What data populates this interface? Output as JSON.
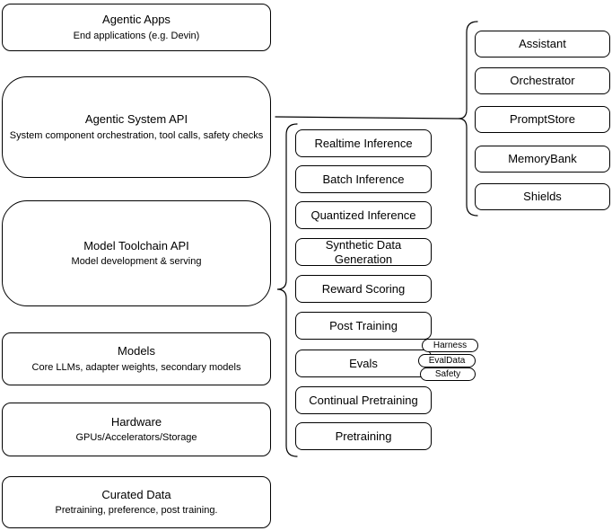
{
  "left_stack": [
    {
      "title": "Agentic Apps",
      "subtitle": "End applications (e.g. Devin)"
    },
    {
      "title": "Agentic System API",
      "subtitle": "System component orchestration, tool calls, safety checks"
    },
    {
      "title": "Model Toolchain API",
      "subtitle": "Model development & serving"
    },
    {
      "title": "Models",
      "subtitle": "Core LLMs, adapter weights, secondary models"
    },
    {
      "title": "Hardware",
      "subtitle": "GPUs/Accelerators/Storage"
    },
    {
      "title": "Curated Data",
      "subtitle": "Pretraining, preference, post training."
    }
  ],
  "toolchain_components": [
    "Realtime Inference",
    "Batch Inference",
    "Quantized Inference",
    "Synthetic Data Generation",
    "Reward Scoring",
    "Post Training",
    "Evals",
    "Continual Pretraining",
    "Pretraining"
  ],
  "evals_tags": [
    "Harness",
    "EvalData",
    "Safety"
  ],
  "system_components": [
    "Assistant",
    "Orchestrator",
    "PromptStore",
    "MemoryBank",
    "Shields"
  ],
  "colors": {
    "stroke": "#000000",
    "fill": "#ffffff",
    "text": "#000000"
  }
}
